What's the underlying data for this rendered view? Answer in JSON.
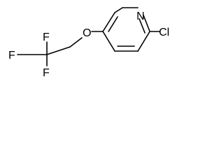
{
  "molecule": {
    "atoms": {
      "ring_nitrogen": "N",
      "chlorine": "Cl",
      "ether_oxygen": "O",
      "fluorine_top": "F",
      "fluorine_left": "F",
      "fluorine_bottom": "F"
    }
  }
}
